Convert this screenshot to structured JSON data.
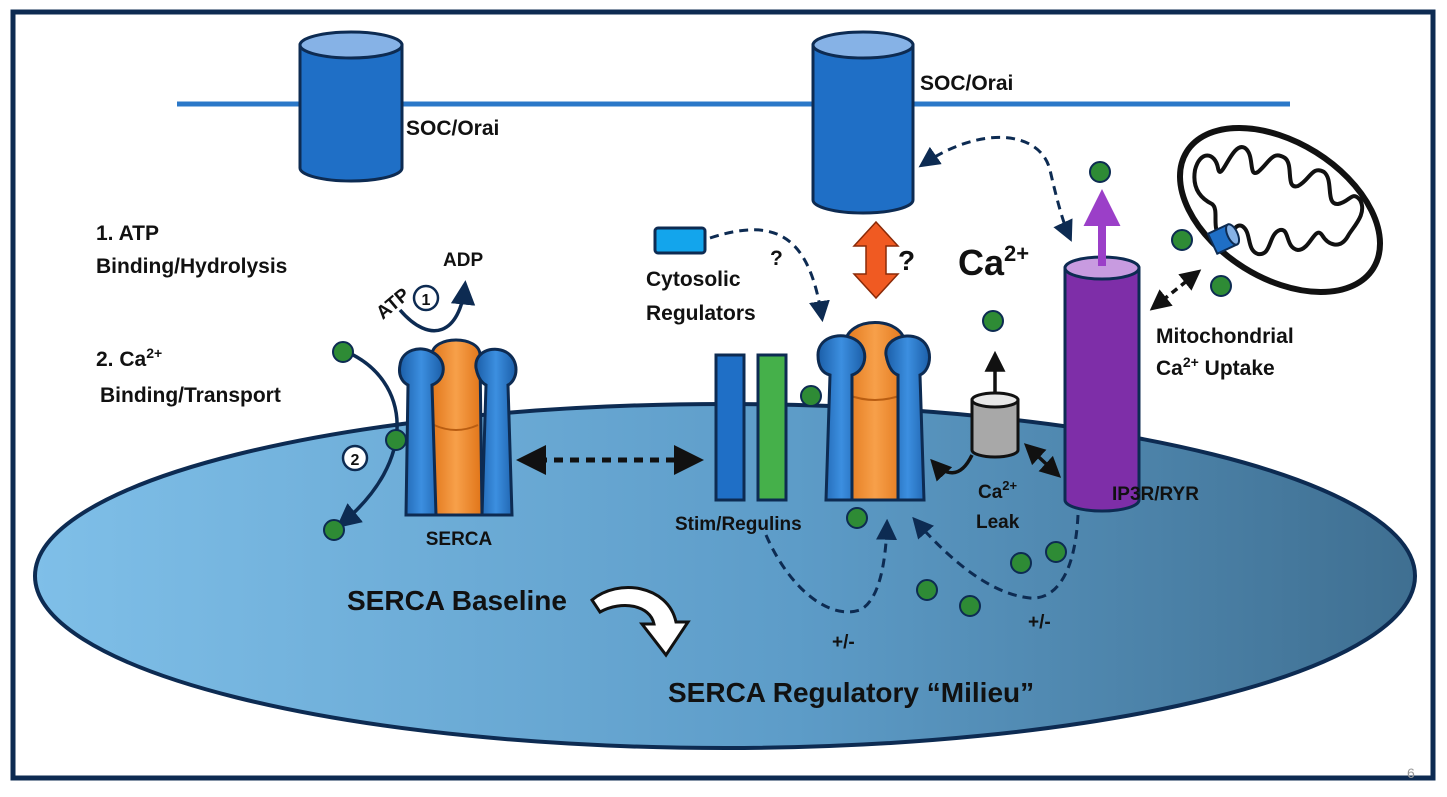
{
  "labels": {
    "soc_left": "SOC/Orai",
    "soc_right": "SOC/Orai",
    "step1_line1": "1. ATP",
    "step1_line2": "Binding/Hydrolysis",
    "step2_line1_base": "2. Ca",
    "step2_line1_sup": "2+",
    "step2_line2": "Binding/Transport",
    "atp": "ATP",
    "adp": "ADP",
    "circle1": "1",
    "circle2": "2",
    "serca": "SERCA",
    "cytosolic_line1": "Cytosolic",
    "cytosolic_line2": "Regulators",
    "question_left": "?",
    "question_right": "?",
    "ca_base": "Ca",
    "ca_sup": "2+",
    "mito_line1": "Mitochondrial",
    "mito_line2_base": "Ca",
    "mito_line2_sup": "2+",
    "mito_line2_rest": " Uptake",
    "stim": "Stim/Regulins",
    "leak_line1_base": "Ca",
    "leak_line1_sup": "2+",
    "leak_line2": "Leak",
    "ip3r": "IP3R/RYR",
    "serca_baseline": "SERCA Baseline",
    "serca_milieu": "SERCA Regulatory “Milieu”",
    "pm_left": "+/-",
    "pm_right": "+/-",
    "page_number": "6"
  },
  "colors": {
    "frame": "#0d2b52",
    "membrane_line": "#2b78c8",
    "channel_blue": "#1f6fc6",
    "channel_top": "#86b2e6",
    "serca_orange": "#f0892b",
    "serca_blue": "#2e7fd4",
    "stim_green": "#45b04a",
    "calcium_green": "#2e8b35",
    "ip3r_purple": "#7e2ea8",
    "leak_gray": "#a8a8a8",
    "red_arrow": "#f05a22",
    "dark_arrow": "#0d2b52"
  }
}
